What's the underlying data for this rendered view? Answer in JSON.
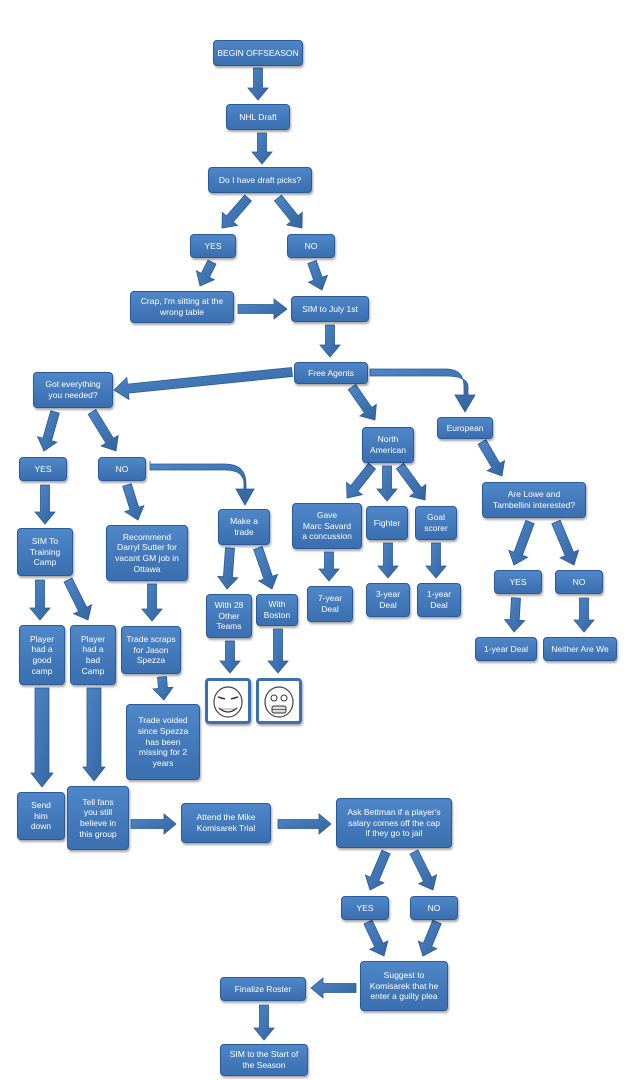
{
  "colors": {
    "node_fill": "#4a82c4",
    "arrow_fill": "#3a6fb0",
    "arrow_stroke": "#2a5a98",
    "background": "#ffffff"
  },
  "nodes": {
    "begin": "BEGIN OFFSEASON",
    "nhl_draft": "NHL Draft",
    "draft_picks": "Do I have draft picks?",
    "yes1": "YES",
    "no1": "NO",
    "crap": "Crap, I'm sitting at the\nwrong table",
    "sim_july": "SIM to July 1st",
    "free_agents": "Free Agents",
    "got_everything": "Got everything\nyou needed?",
    "yes2": "YES",
    "no2": "NO",
    "sim_training": "SIM To\nTraining\nCamp",
    "good_camp": "Player\nhad a\ngood\ncamp",
    "bad_camp": "Player\nhad a\nbad\nCamp",
    "send_down": "Send\nhim\ndown",
    "tell_fans": "Tell fans\nyou still\nbelieve in\nthis group",
    "recommend": "Recommend\nDarryl Sutter for\nvacant GM job in\nOttawa",
    "trade_scraps": "Trade scraps\nfor Jason\nSpezza",
    "trade_voided": "Trade voided\nsince Spezza\nhas been\nmissing for 2\nyears",
    "make_trade": "Make a\ntrade",
    "with28": "With 28\nOther\nTeams",
    "with_boston": "With\nBoston",
    "north_american": "North\nAmerican",
    "european": "European",
    "gave": "Gave\nMarc  Savard\na concussion",
    "fighter": "Fighter",
    "goal_scorer": "Goal\nscorer",
    "deal7": "7-year\nDeal",
    "deal3": "3-year\nDeal",
    "deal1a": "1-year\nDeal",
    "lowe": "Are Lowe and\nTambellini interested?",
    "yes3": "YES",
    "no3": "NO",
    "deal1b": "1-year Deal",
    "neither": "Neither Are We",
    "mike_trial": "Attend the Mike\nKomisarek Trial",
    "ask_bettman": "Ask Bettman if a player's\nsalary comes off the cap\nif they go to jail",
    "yes4": "YES",
    "no4": "NO",
    "suggest": "Suggest to\nKomisarek that he\nenter a guilty plea",
    "finalize": "Finalize Roster",
    "sim_start": "SIM to the Start of\nthe Season"
  },
  "icons": {
    "face1": "rage-face-icon",
    "face2": "rage-face-icon"
  }
}
